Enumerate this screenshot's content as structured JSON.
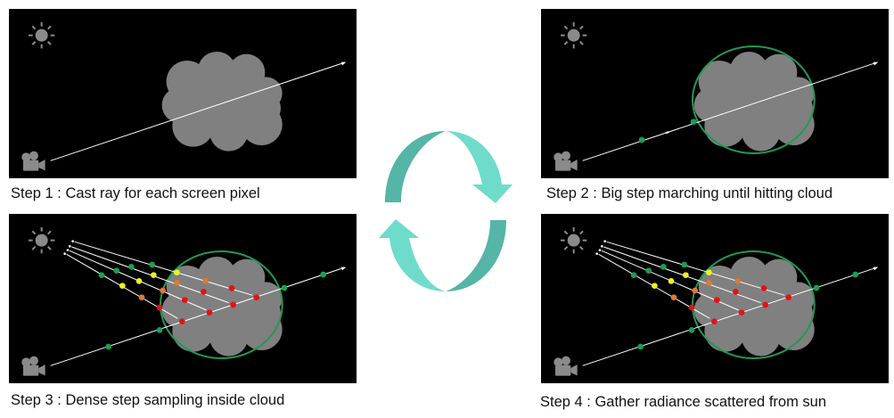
{
  "captions": {
    "step1": "Step 1 : Cast ray for each screen pixel",
    "step2": "Step 2 : Big step marching until hitting cloud",
    "step3": "Step 3 : Dense step sampling inside cloud",
    "step4": "Step 4 : Gather radiance scattered from sun"
  },
  "colors": {
    "cloud": "#808080",
    "bounds": "#1f9a55",
    "sample_green": "#1aa050",
    "sample_yellow": "#f0f020",
    "sample_orange": "#e07a30",
    "sample_red": "#e81010",
    "arrow_dark": "#55b5a7",
    "arrow_light": "#6fdccb"
  },
  "icons": [
    "sun-icon",
    "camera-icon",
    "cycle-arrows-icon"
  ]
}
